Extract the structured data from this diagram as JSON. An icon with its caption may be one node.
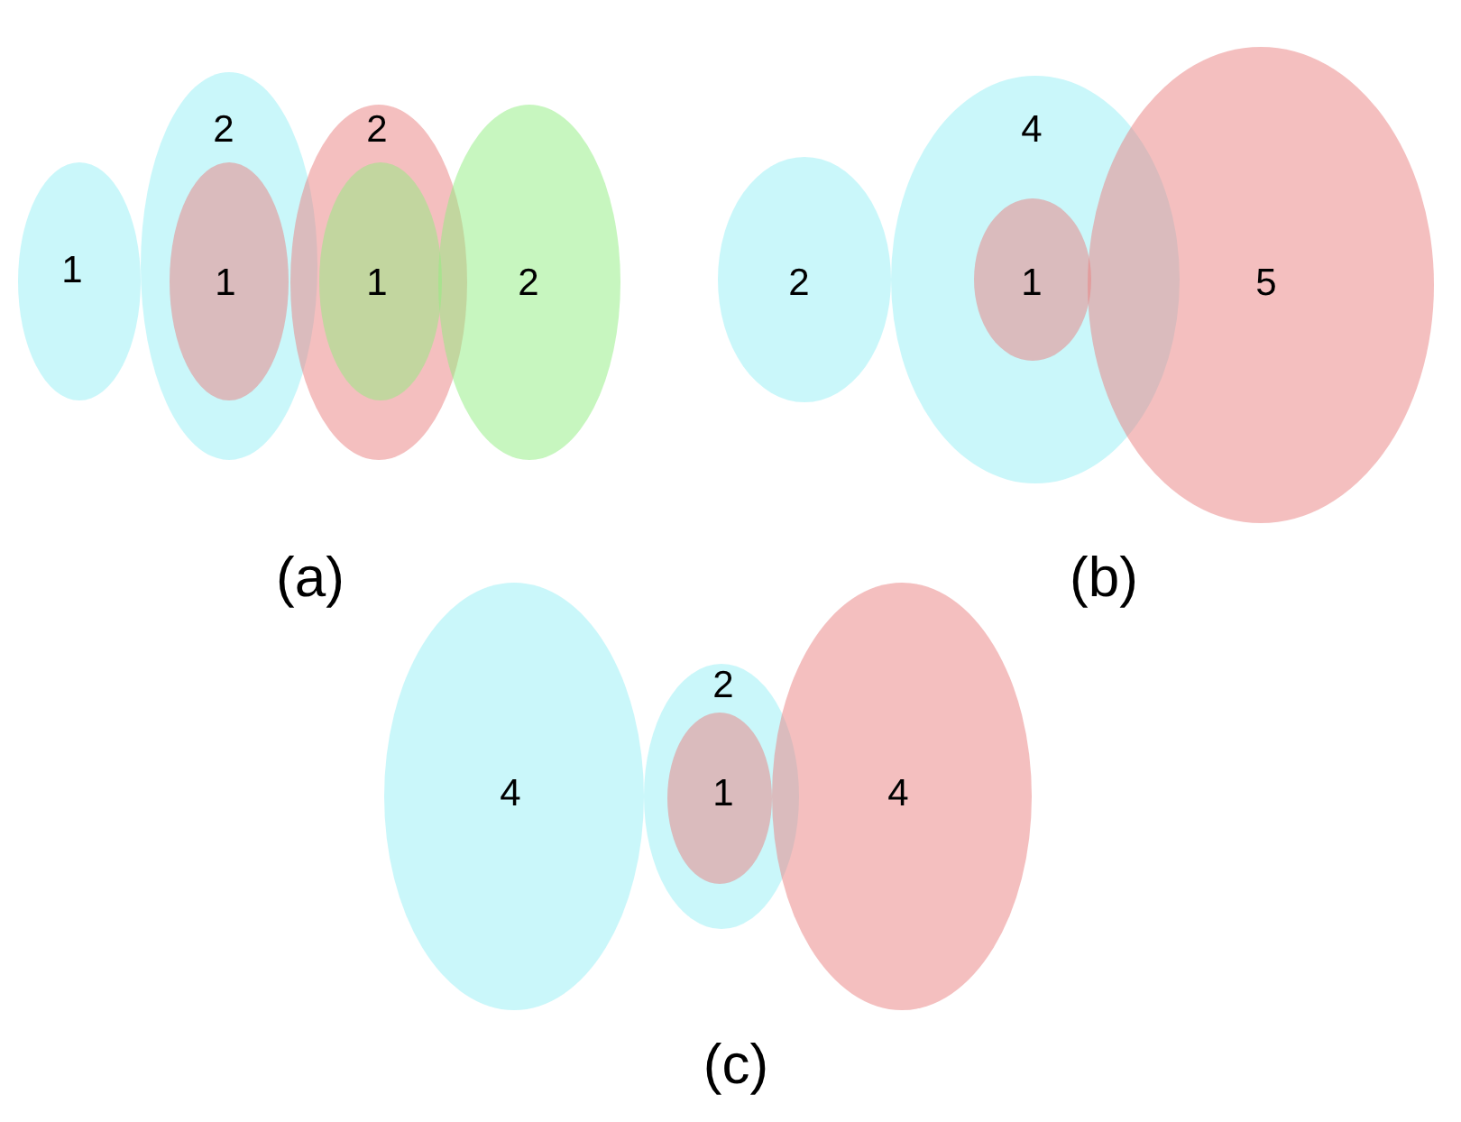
{
  "diagram": {
    "nodes": [
      {
        "text": [
          "1"
        ]
      },
      {
        "text": [
          "2"
        ]
      },
      {
        "text": [
          "1"
        ],
        "in": 1
      },
      {
        "text": [
          "2"
        ]
      },
      {
        "text": [
          "1"
        ],
        "in": 3
      },
      {
        "text": [
          "2"
        ]
      },
      {
        "text": [
          "2"
        ]
      },
      {
        "text": [
          "4"
        ]
      },
      {
        "text": [
          "1"
        ],
        "in": 7
      },
      {
        "text": [
          "5"
        ]
      },
      {
        "text": [
          "4"
        ]
      },
      {
        "text": [
          "2"
        ]
      },
      {
        "text": [
          "1"
        ],
        "in": 11
      },
      {
        "text": [
          "4"
        ]
      }
    ],
    "labels": [
      "(a)",
      "(b)",
      "(c)"
    ]
  }
}
